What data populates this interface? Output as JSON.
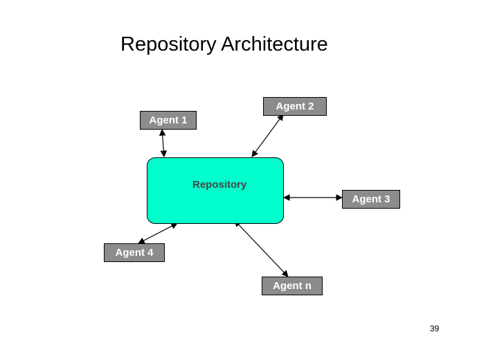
{
  "slide": {
    "title": "Repository Architecture",
    "page_number": "39"
  },
  "diagram": {
    "repository": {
      "label": "Repository",
      "fill_color": "#00ffcc"
    },
    "agents": [
      {
        "label": "Agent 1"
      },
      {
        "label": "Agent 2"
      },
      {
        "label": "Agent 3"
      },
      {
        "label": "Agent 4"
      },
      {
        "label": "Agent n"
      }
    ],
    "agent_fill_color": "#8c8c8c",
    "connector_style": "double-headed arrow"
  }
}
